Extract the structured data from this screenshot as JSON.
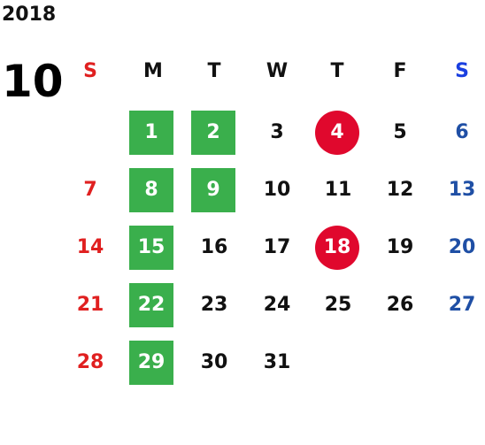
{
  "calendar": {
    "year": "2018",
    "month": "10",
    "weekdays": [
      "S",
      "M",
      "T",
      "W",
      "T",
      "F",
      "S"
    ],
    "days": [
      "1",
      "2",
      "3",
      "4",
      "5",
      "6",
      "7",
      "8",
      "9",
      "10",
      "11",
      "12",
      "13",
      "14",
      "15",
      "16",
      "17",
      "18",
      "19",
      "20",
      "21",
      "22",
      "23",
      "24",
      "25",
      "26",
      "27",
      "28",
      "29",
      "30",
      "31"
    ],
    "colors": {
      "holiday_green": "#3aaf4c",
      "event_red": "#e0082d",
      "sunday": "#e02020",
      "saturday": "#1f4fa5",
      "saturday_header": "#1a3fe0"
    }
  }
}
